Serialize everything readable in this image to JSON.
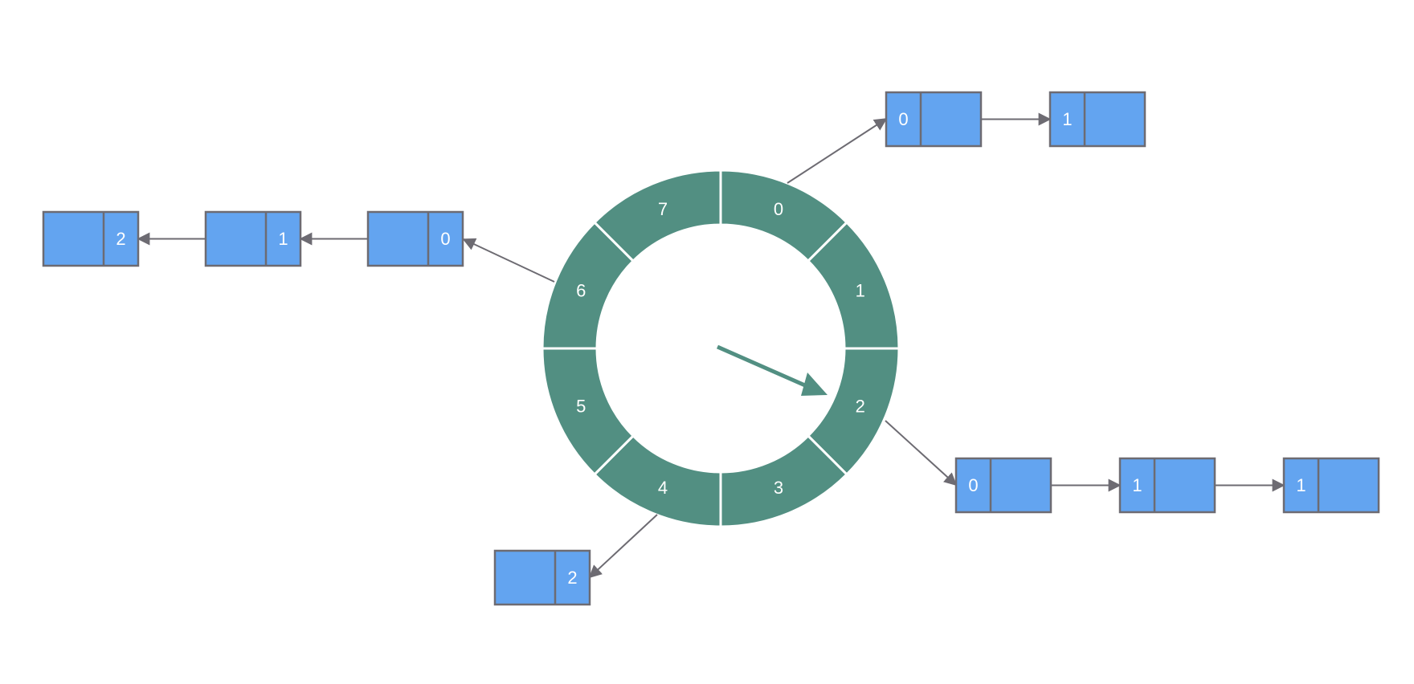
{
  "colors": {
    "wheel": "#528f82",
    "node_fill": "#63a4f0",
    "node_stroke": "#6d6b72",
    "arrow": "#6d6b72",
    "pointer": "#528f82",
    "label": "#ffffff"
  },
  "wheel": {
    "slots": [
      "0",
      "1",
      "2",
      "3",
      "4",
      "5",
      "6",
      "7"
    ],
    "pointer_slot": "2"
  },
  "lists": [
    {
      "slot": "0",
      "direction": "right",
      "values": [
        "0",
        "1"
      ]
    },
    {
      "slot": "2",
      "direction": "right",
      "values": [
        "0",
        "1",
        "1"
      ]
    },
    {
      "slot": "4",
      "direction": "left",
      "values": [
        "2"
      ]
    },
    {
      "slot": "6",
      "direction": "left",
      "values": [
        "0",
        "1",
        "2"
      ]
    }
  ]
}
